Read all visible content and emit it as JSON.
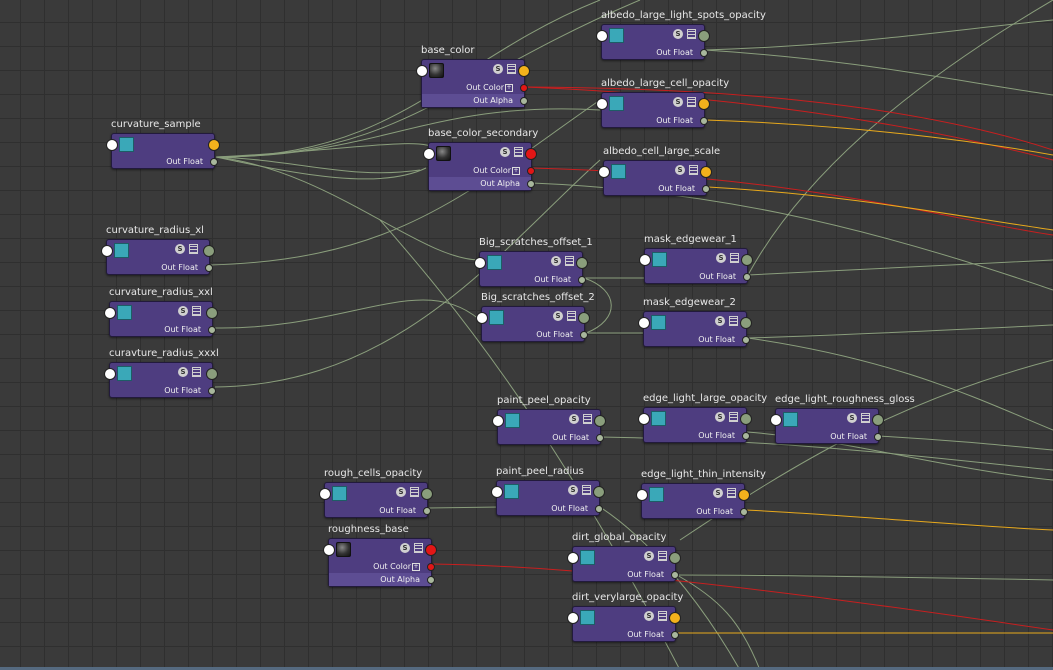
{
  "labels": {
    "out_float": "Out Float",
    "out_color": "Out Color",
    "out_alpha": "Out Alpha",
    "s_icon_text": "S"
  },
  "colors": {
    "node_fill": "#4e3d80",
    "float_wire": "#8a9e7c",
    "color_wire": "#c81f1f",
    "orange_wire": "#e8a91c",
    "swatch": "#3aa8b8"
  },
  "icons": {
    "swatch": "teal-square-swatch",
    "sphere": "sphere-preview",
    "s_icon": "s-circle-icon",
    "list_icon": "list-icon",
    "plug": "plug-dot"
  },
  "nodes": [
    {
      "id": "base_color",
      "name": "base_color",
      "kind": "color"
    },
    {
      "id": "base_color_secondary",
      "name": "base_color_secondary",
      "kind": "color"
    },
    {
      "id": "roughness_base",
      "name": "roughness_base",
      "kind": "color"
    },
    {
      "id": "albedo_large_light_spots_opacity",
      "name": "albedo_large_light_spots_opacity",
      "kind": "float"
    },
    {
      "id": "albedo_large_cell_opacity",
      "name": "albedo_large_cell_opacity",
      "kind": "float"
    },
    {
      "id": "albedo_cell_large_scale",
      "name": "albedo_cell_large_scale",
      "kind": "float"
    },
    {
      "id": "curvature_sample",
      "name": "curvature_sample",
      "kind": "float"
    },
    {
      "id": "curvature_radius_xl",
      "name": "curvature_radius_xl",
      "kind": "float"
    },
    {
      "id": "curvature_radius_xxl",
      "name": "curvature_radius_xxl",
      "kind": "float"
    },
    {
      "id": "curavture_radius_xxxl",
      "name": "curavture_radius_xxxl",
      "kind": "float"
    },
    {
      "id": "big_scratches_offset_1",
      "name": "Big_scratches_offset_1",
      "kind": "float"
    },
    {
      "id": "big_scratches_offset_2",
      "name": "Big_scratches_offset_2",
      "kind": "float"
    },
    {
      "id": "mask_edgewear_1",
      "name": "mask_edgewear_1",
      "kind": "float"
    },
    {
      "id": "mask_edgewear_2",
      "name": "mask_edgewear_2",
      "kind": "float"
    },
    {
      "id": "paint_peel_opacity",
      "name": "paint_peel_opacity",
      "kind": "float"
    },
    {
      "id": "paint_peel_radius",
      "name": "paint_peel_radius",
      "kind": "float"
    },
    {
      "id": "edge_light_large_opacity",
      "name": "edge_light_large_opacity",
      "kind": "float"
    },
    {
      "id": "edge_light_roughness_gloss",
      "name": "edge_light_roughness_gloss",
      "kind": "float"
    },
    {
      "id": "edge_light_thin_intensity",
      "name": "edge_light_thin_intensity",
      "kind": "float"
    },
    {
      "id": "rough_cells_opacity",
      "name": "rough_cells_opacity",
      "kind": "float"
    },
    {
      "id": "dirt_global_opacity",
      "name": "dirt_global_opacity",
      "kind": "float"
    },
    {
      "id": "dirt_verylarge_opacity",
      "name": "dirt_verylarge_opacity",
      "kind": "float"
    }
  ]
}
